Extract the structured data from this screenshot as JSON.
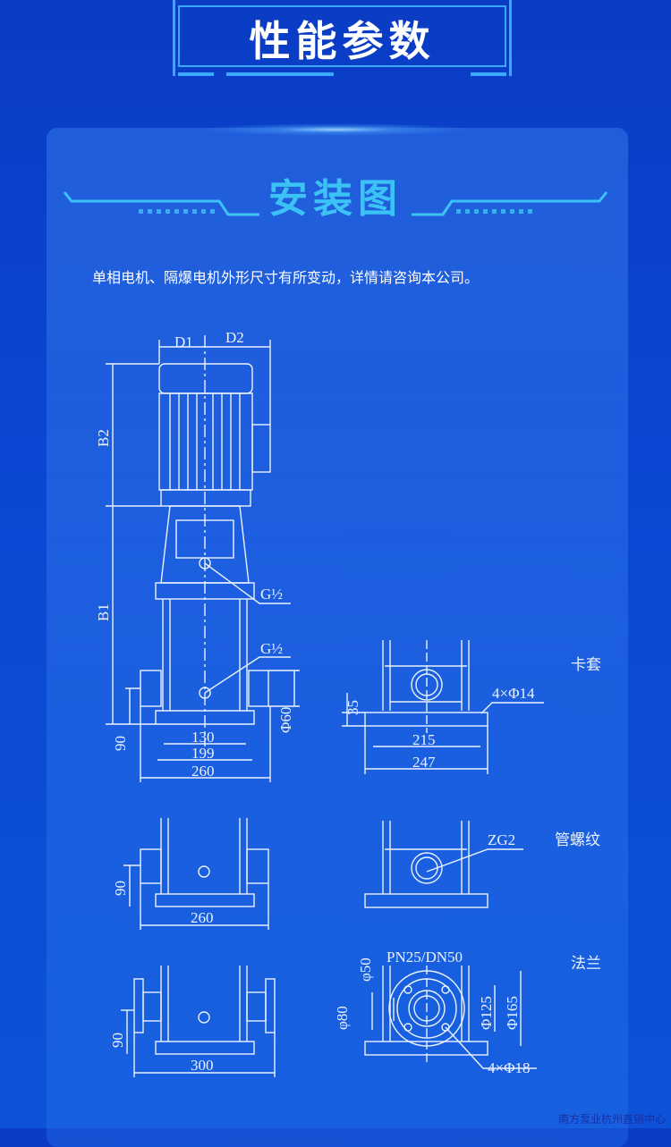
{
  "header": {
    "title": "性能参数"
  },
  "section": {
    "title": "安装图",
    "note": "单相电机、隔爆电机外形尺寸有所变动，详情请咨询本公司。"
  },
  "drawing": {
    "main": {
      "d1": "D1",
      "d2": "D2",
      "b1": "B1",
      "b2": "B2",
      "g_upper": "G½",
      "g_lower": "G½",
      "dim_130": "130",
      "dim_199": "199",
      "dim_260": "260",
      "dim_90": "90",
      "dim_phi60": "Φ60"
    },
    "ferrule": {
      "label": "卡套",
      "dim_35": "35",
      "holes": "4×Φ14",
      "dim_215": "215",
      "dim_247": "247"
    },
    "thread": {
      "label": "管螺纹",
      "zg": "ZG2",
      "dim_260": "260",
      "dim_90": "90"
    },
    "flange": {
      "label": "法兰",
      "spec": "PN25/DN50",
      "phi50": "φ50",
      "phi80": "φ80",
      "phi125": "Φ125",
      "phi165": "Φ165",
      "holes": "4×Φ18",
      "dim_300": "300",
      "dim_90": "90"
    }
  },
  "footer": {
    "text": "南方泵业杭州直销中心"
  },
  "colors": {
    "background": "#0b47d2",
    "accent": "#3cc3f5",
    "line": "#eaf2ff"
  }
}
